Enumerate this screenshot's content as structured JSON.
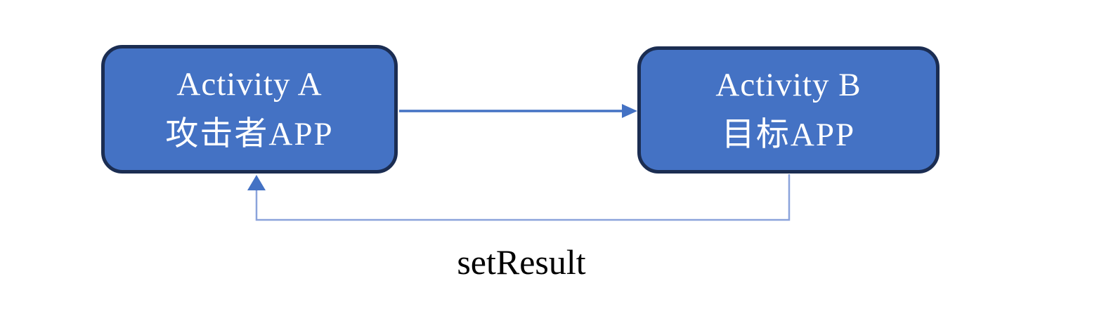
{
  "diagram": {
    "colors": {
      "canvas_bg": "#ffffff",
      "box_fill": "#4472C4",
      "box_border": "#1B2D52",
      "box_text": "#ffffff",
      "arrow": "#4472C4",
      "return_line": "#8BA3DB",
      "label_text": "#000000"
    },
    "nodes": [
      {
        "id": "activity-a",
        "title": "Activity A",
        "subtitle": "攻击者APP"
      },
      {
        "id": "activity-b",
        "title": "Activity B",
        "subtitle": "目标APP"
      }
    ],
    "edges": [
      {
        "from": "activity-a",
        "to": "activity-b",
        "label": ""
      },
      {
        "from": "activity-b",
        "to": "activity-a",
        "label": "setResult"
      }
    ]
  }
}
